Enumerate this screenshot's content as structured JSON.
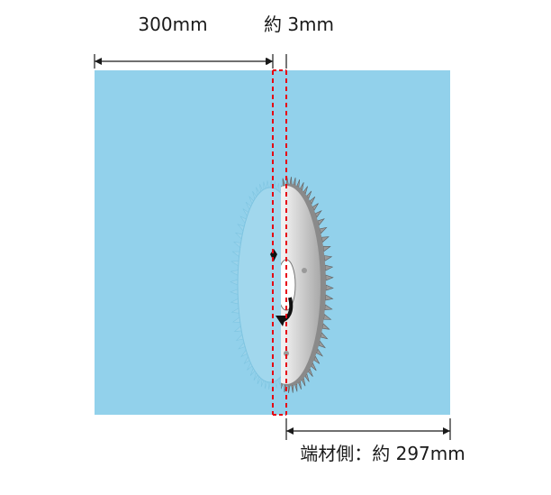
{
  "labels": {
    "left_width": "300mm",
    "kerf_width": "約 3mm",
    "offcut_side": "端材側：約 297mm"
  },
  "colors": {
    "board": "#92d1eb",
    "kerf_guide": "#e60012",
    "dimension_line": "#1a1a1a",
    "blade": "#b9b9b9",
    "blade_dark": "#6b6b6b"
  },
  "icons": {
    "saw_blade": "circular-saw-blade-icon",
    "rotation_arrow": "rotation-arrow-icon"
  }
}
